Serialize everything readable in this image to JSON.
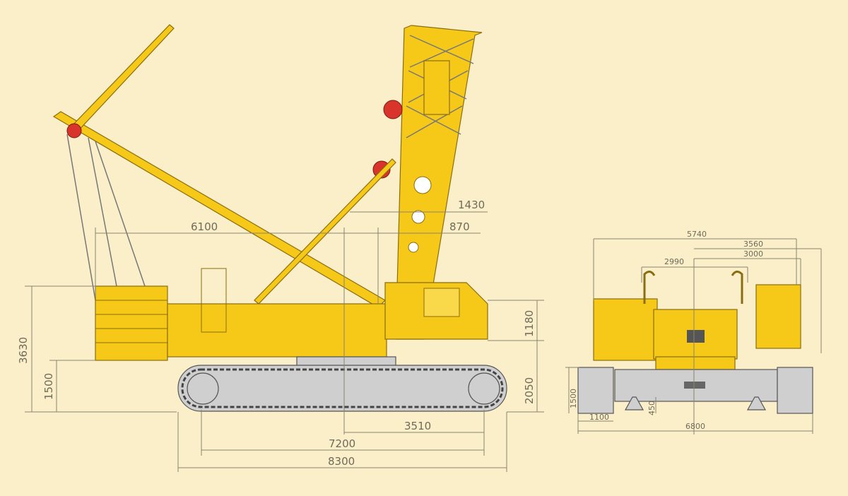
{
  "side_view": {
    "dimensions": {
      "mast_offset": "1430",
      "counterweight_to_center": "6100",
      "center_to_boom_foot": "870",
      "overall_height": "3630",
      "counterweight_clearance": "1500",
      "cab_height": "1180",
      "track_height": "2050",
      "center_to_track_front": "3510",
      "tumbler_distance": "7200",
      "track_length": "8300"
    }
  },
  "rear_view": {
    "dimensions": {
      "upper_width": "5740",
      "right_offset_outer": "3560",
      "right_offset_inner": "3000",
      "gantry_width": "2990",
      "track_height": "1500",
      "shoe_width": "1100",
      "ground_clearance": "450",
      "track_gauge_width": "6800"
    }
  },
  "colors": {
    "background": "#fbefc9",
    "machine": "#f6c919",
    "undercarriage": "#cfcfcf",
    "sheave": "#d9342b"
  }
}
